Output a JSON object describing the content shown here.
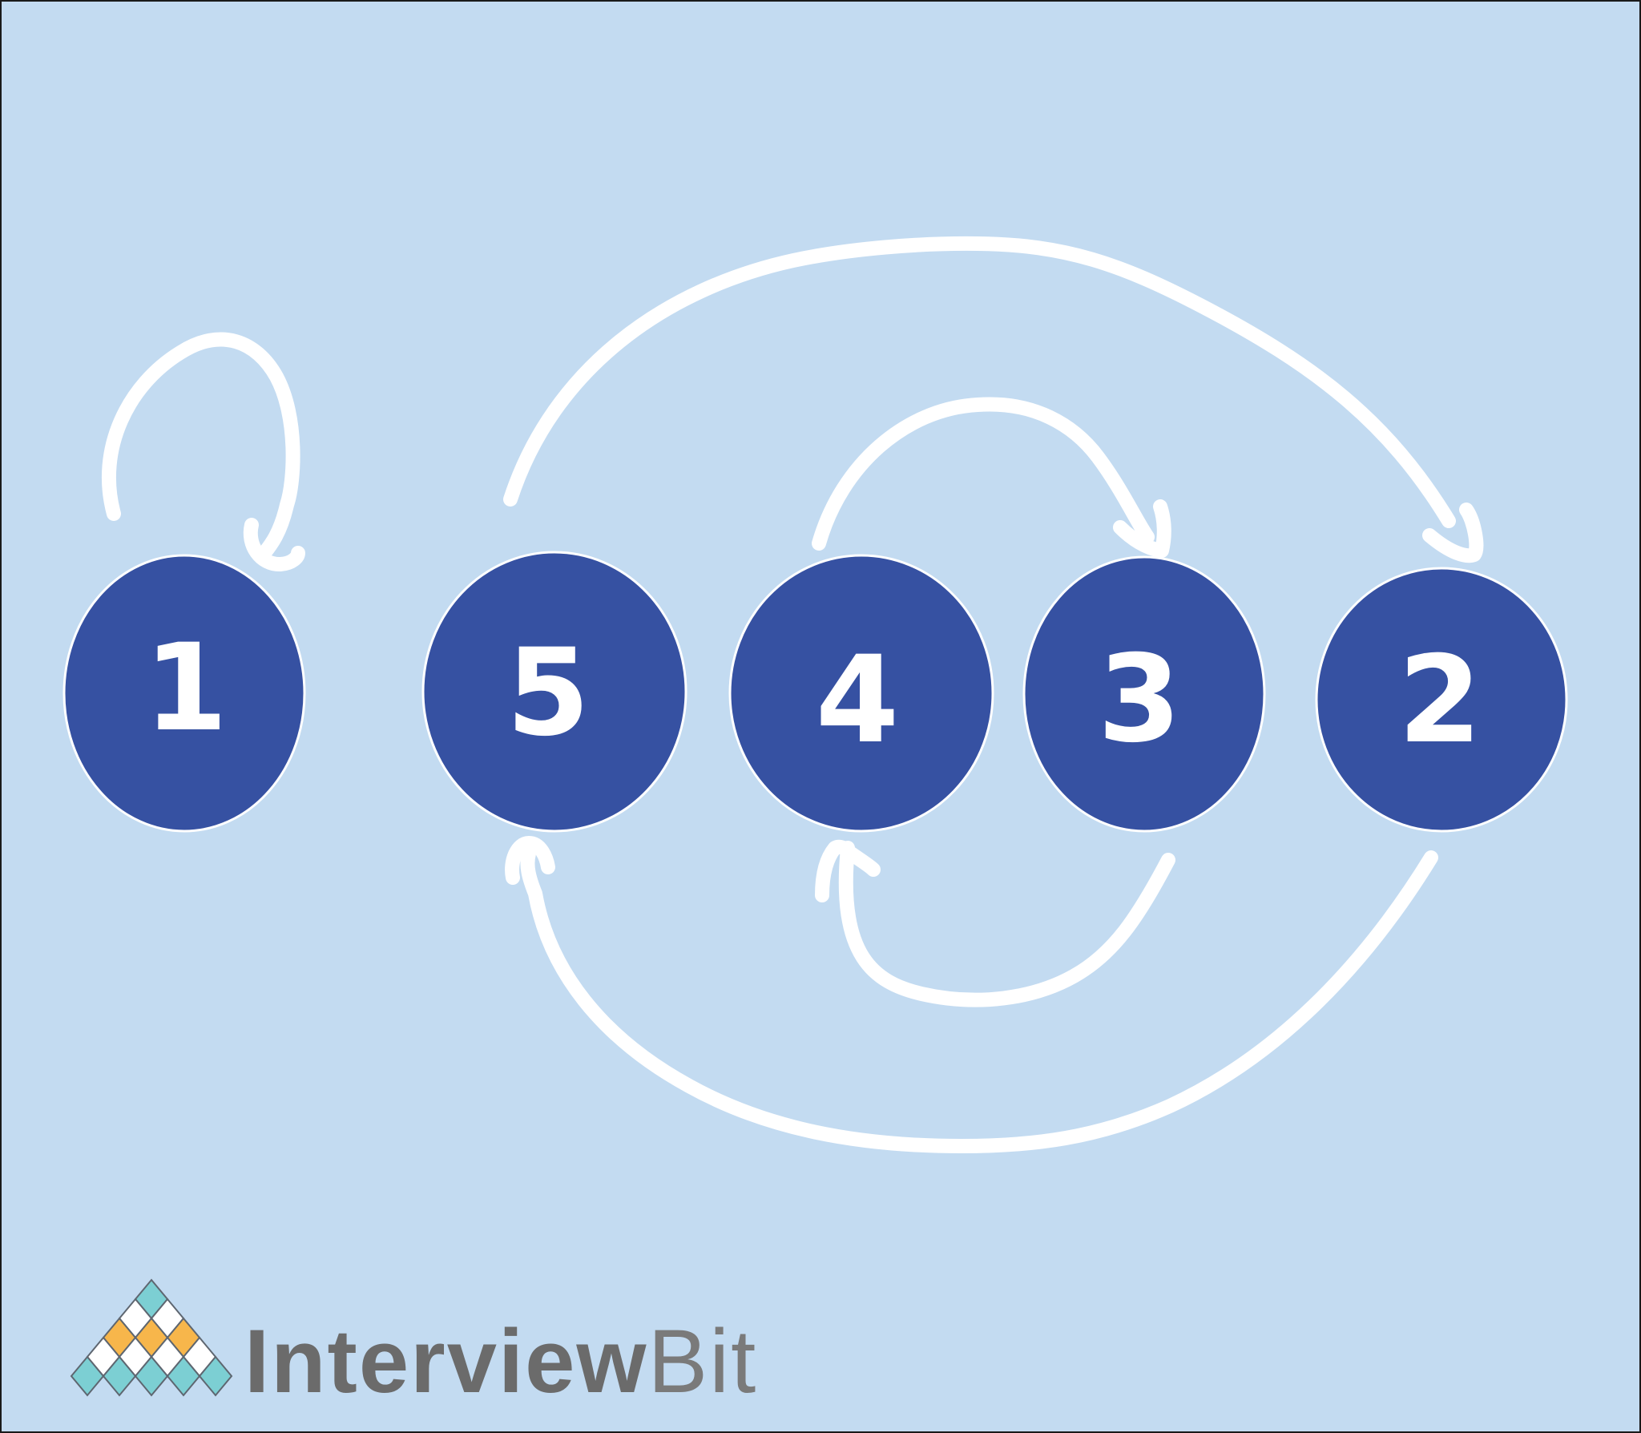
{
  "diagram": {
    "nodes": [
      {
        "id": "1",
        "label": "1"
      },
      {
        "id": "5",
        "label": "5"
      },
      {
        "id": "4",
        "label": "4"
      },
      {
        "id": "3",
        "label": "3"
      },
      {
        "id": "2",
        "label": "2"
      }
    ],
    "edges": [
      {
        "from": "1",
        "to": "1"
      },
      {
        "from": "5",
        "to": "2"
      },
      {
        "from": "4",
        "to": "3"
      },
      {
        "from": "3",
        "to": "4"
      },
      {
        "from": "2",
        "to": "5"
      }
    ]
  },
  "colors": {
    "background": "#c3dbf1",
    "node_fill": "#3651a2",
    "arrow": "#ffffff",
    "logo_teal": "#7ccfd3",
    "logo_orange": "#f7b64b",
    "logo_text": "#6b6b6b"
  },
  "logo": {
    "brand_bold": "Interview",
    "brand_light": "Bit"
  }
}
